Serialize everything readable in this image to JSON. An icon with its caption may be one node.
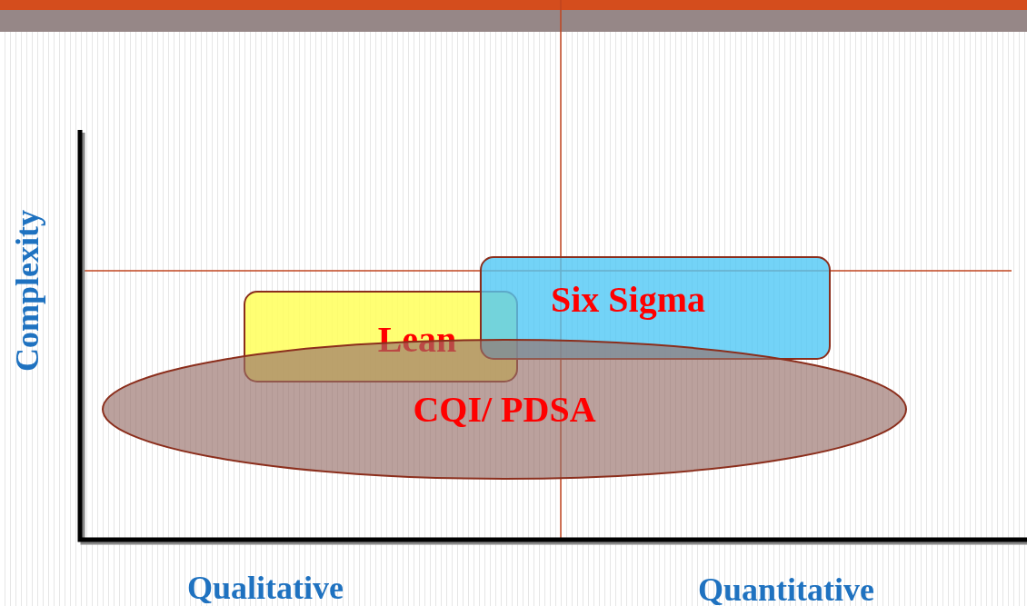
{
  "diagram": {
    "nodes": [
      {
        "text": [
          "Lean"
        ]
      },
      {
        "text": [
          "Six Sigma"
        ]
      },
      {
        "text": [
          "CQI/ PDSA"
        ]
      }
    ],
    "labels": [
      "Complexity",
      "Qualitative",
      "Quantitative"
    ]
  }
}
